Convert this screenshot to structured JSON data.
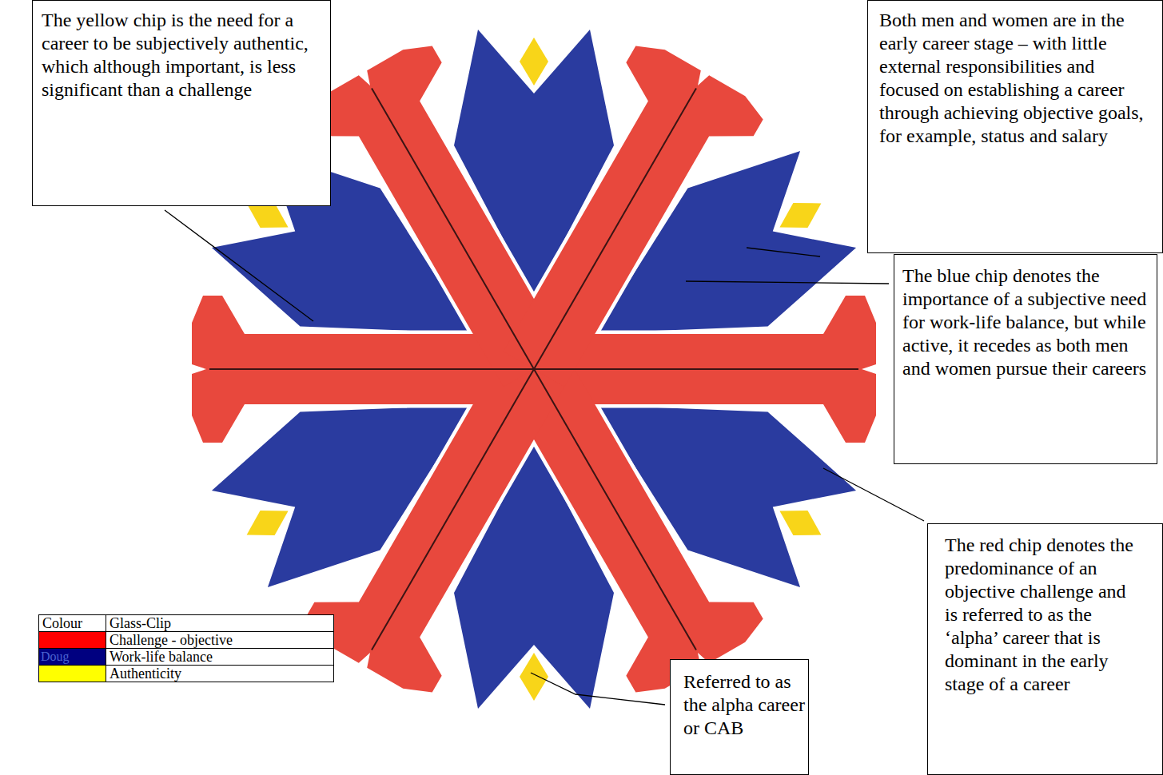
{
  "diagram": {
    "nodes": [
      {
        "text": [
          "The yellow chip is the need for a career to be subjectively authentic, which although important, is less significant than a challenge"
        ]
      },
      {
        "text": [
          "Both men and women are in the early career stage – with little external responsibilities and focused on establishing a career through achieving objective goals, for example, status and salary"
        ]
      },
      {
        "text": [
          "The blue chip denotes the importance of a subjective need for work-life balance, but while active, it recedes as both men and women pursue their careers"
        ]
      },
      {
        "text": [
          "The red chip denotes the predominance of an objective challenge and is referred to as the ‘alpha’ career that is dominant in the early stage of a career"
        ]
      },
      {
        "text": [
          "Referred to as the alpha career or CAB"
        ]
      }
    ],
    "labels": [
      "Colour",
      "Glass-Clip",
      "Doug"
    ],
    "legend": [
      {
        "text": "Challenge - objective",
        "color": "#ff0000"
      },
      {
        "text": "Work-life balance",
        "color": "#000080"
      },
      {
        "text": "Authenticity",
        "color": "#ffff00"
      }
    ]
  }
}
